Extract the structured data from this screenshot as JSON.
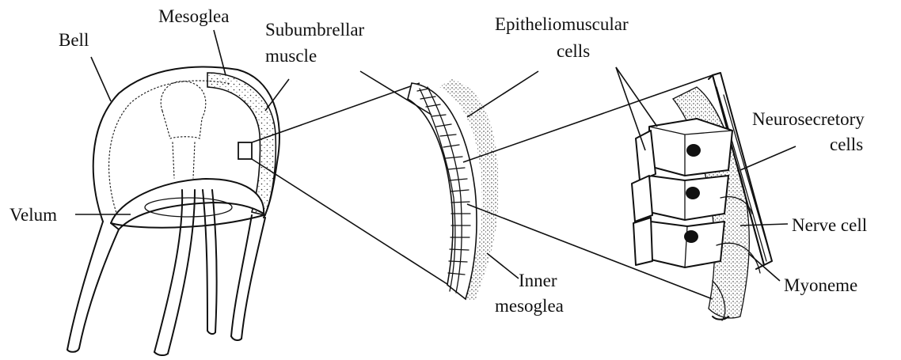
{
  "labels": {
    "bell": "Bell",
    "mesoglea": "Mesoglea",
    "subumbrellar_1": "Subumbrellar",
    "subumbrellar_2": "muscle",
    "velum": "Velum",
    "epithelio_1": "Epitheliomuscular",
    "epithelio_2": "cells",
    "neuro_1": "Neurosecretory",
    "neuro_2": "cells",
    "nerve": "Nerve cell",
    "myoneme": "Myoneme",
    "inner_1": "Inner",
    "inner_2": "mesoglea"
  }
}
